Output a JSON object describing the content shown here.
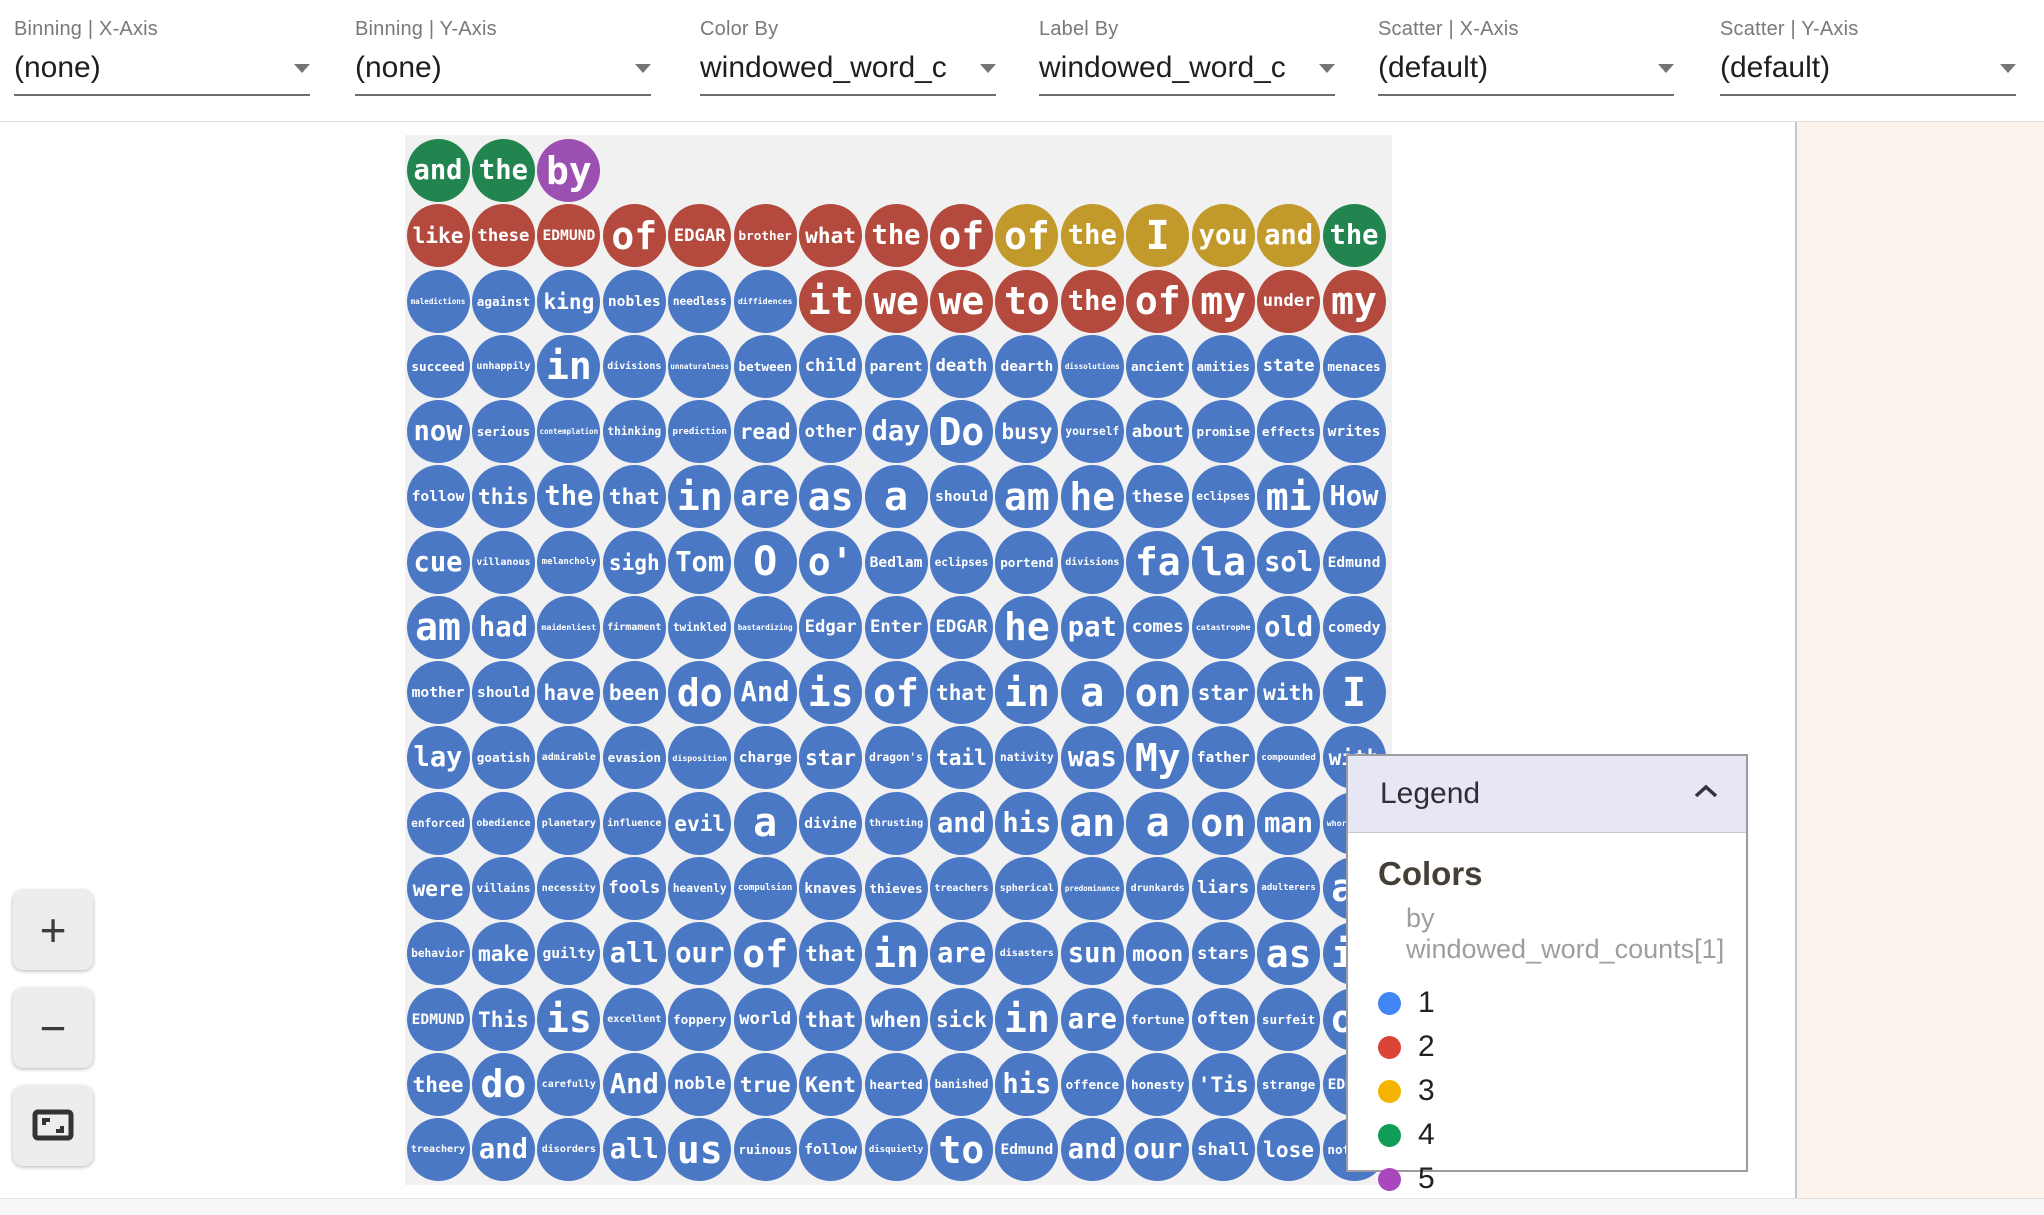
{
  "toolbar": {
    "dropdowns": [
      {
        "label": "Binning | X-Axis",
        "value": "(none)"
      },
      {
        "label": "Binning | Y-Axis",
        "value": "(none)"
      },
      {
        "label": "Color By",
        "value": "windowed_word_c"
      },
      {
        "label": "Label By",
        "value": "windowed_word_c"
      },
      {
        "label": "Scatter | X-Axis",
        "value": "(default)"
      },
      {
        "label": "Scatter | Y-Axis",
        "value": "(default)"
      }
    ]
  },
  "zoom_controls": {
    "zoom_in_label": "+",
    "zoom_out_label": "−",
    "fit_icon": "fit-to-screen-icon"
  },
  "legend": {
    "title": "Legend",
    "collapse_icon": "chevron-up-icon",
    "section": "Colors",
    "by": "by windowed_word_counts[1]",
    "entries": [
      {
        "value": "1",
        "color": "#4285F4"
      },
      {
        "value": "2",
        "color": "#DB4437"
      },
      {
        "value": "3",
        "color": "#F4B400"
      },
      {
        "value": "4",
        "color": "#0F9D58"
      },
      {
        "value": "5",
        "color": "#AB47BC"
      }
    ]
  },
  "bubble_colors": {
    "1": "#4a78c5",
    "2": "#b4493d",
    "3": "#c2992b",
    "4": "#22854f",
    "5": "#9c50b2"
  },
  "grid": {
    "rows": [
      [
        [
          "and",
          "4"
        ],
        [
          "the",
          "4"
        ],
        [
          "by",
          "5"
        ]
      ],
      [
        [
          "like",
          "2"
        ],
        [
          "these",
          "2"
        ],
        [
          "EDMUND",
          "2"
        ],
        [
          "of",
          "2"
        ],
        [
          "EDGAR",
          "2"
        ],
        [
          "brother",
          "2"
        ],
        [
          "what",
          "2"
        ],
        [
          "the",
          "2"
        ],
        [
          "of",
          "2"
        ],
        [
          "of",
          "3"
        ],
        [
          "the",
          "3"
        ],
        [
          "I",
          "3"
        ],
        [
          "you",
          "3"
        ],
        [
          "and",
          "3"
        ],
        [
          "the",
          "4"
        ]
      ],
      [
        [
          "maledictions",
          "1"
        ],
        [
          "against",
          "1"
        ],
        [
          "king",
          "1"
        ],
        [
          "nobles",
          "1"
        ],
        [
          "needless",
          "1"
        ],
        [
          "diffidences",
          "1"
        ],
        [
          "it",
          "2"
        ],
        [
          "we",
          "2"
        ],
        [
          "we",
          "2"
        ],
        [
          "to",
          "2"
        ],
        [
          "the",
          "2"
        ],
        [
          "of",
          "2"
        ],
        [
          "my",
          "2"
        ],
        [
          "under",
          "2"
        ],
        [
          "my",
          "2"
        ]
      ],
      [
        [
          "succeed",
          "1"
        ],
        [
          "unhappily",
          "1"
        ],
        [
          "in",
          "1"
        ],
        [
          "divisions",
          "1"
        ],
        [
          "unnaturalness",
          "1"
        ],
        [
          "between",
          "1"
        ],
        [
          "child",
          "1"
        ],
        [
          "parent",
          "1"
        ],
        [
          "death",
          "1"
        ],
        [
          "dearth",
          "1"
        ],
        [
          "dissolutions",
          "1"
        ],
        [
          "ancient",
          "1"
        ],
        [
          "amities",
          "1"
        ],
        [
          "state",
          "1"
        ],
        [
          "menaces",
          "1"
        ]
      ],
      [
        [
          "now",
          "1"
        ],
        [
          "serious",
          "1"
        ],
        [
          "contemplation",
          "1"
        ],
        [
          "thinking",
          "1"
        ],
        [
          "prediction",
          "1"
        ],
        [
          "read",
          "1"
        ],
        [
          "other",
          "1"
        ],
        [
          "day",
          "1"
        ],
        [
          "Do",
          "1"
        ],
        [
          "busy",
          "1"
        ],
        [
          "yourself",
          "1"
        ],
        [
          "about",
          "1"
        ],
        [
          "promise",
          "1"
        ],
        [
          "effects",
          "1"
        ],
        [
          "writes",
          "1"
        ]
      ],
      [
        [
          "follow",
          "1"
        ],
        [
          "this",
          "1"
        ],
        [
          "the",
          "1"
        ],
        [
          "that",
          "1"
        ],
        [
          "in",
          "1"
        ],
        [
          "are",
          "1"
        ],
        [
          "as",
          "1"
        ],
        [
          "a",
          "1"
        ],
        [
          "should",
          "1"
        ],
        [
          "am",
          "1"
        ],
        [
          "he",
          "1"
        ],
        [
          "these",
          "1"
        ],
        [
          "eclipses",
          "1"
        ],
        [
          "mi",
          "1"
        ],
        [
          "How",
          "1"
        ]
      ],
      [
        [
          "cue",
          "1"
        ],
        [
          "villanous",
          "1"
        ],
        [
          "melancholy",
          "1"
        ],
        [
          "sigh",
          "1"
        ],
        [
          "Tom",
          "1"
        ],
        [
          "O",
          "1"
        ],
        [
          "o'",
          "1"
        ],
        [
          "Bedlam",
          "1"
        ],
        [
          "eclipses",
          "1"
        ],
        [
          "portend",
          "1"
        ],
        [
          "divisions",
          "1"
        ],
        [
          "fa",
          "1"
        ],
        [
          "la",
          "1"
        ],
        [
          "sol",
          "1"
        ],
        [
          "Edmund",
          "1"
        ]
      ],
      [
        [
          "am",
          "1"
        ],
        [
          "had",
          "1"
        ],
        [
          "maidenliest",
          "1"
        ],
        [
          "firmament",
          "1"
        ],
        [
          "twinkled",
          "1"
        ],
        [
          "bastardizing",
          "1"
        ],
        [
          "Edgar",
          "1"
        ],
        [
          "Enter",
          "1"
        ],
        [
          "EDGAR",
          "1"
        ],
        [
          "he",
          "1"
        ],
        [
          "pat",
          "1"
        ],
        [
          "comes",
          "1"
        ],
        [
          "catastrophe",
          "1"
        ],
        [
          "old",
          "1"
        ],
        [
          "comedy",
          "1"
        ]
      ],
      [
        [
          "mother",
          "1"
        ],
        [
          "should",
          "1"
        ],
        [
          "have",
          "1"
        ],
        [
          "been",
          "1"
        ],
        [
          "do",
          "1"
        ],
        [
          "And",
          "1"
        ],
        [
          "is",
          "1"
        ],
        [
          "of",
          "1"
        ],
        [
          "that",
          "1"
        ],
        [
          "in",
          "1"
        ],
        [
          "a",
          "1"
        ],
        [
          "on",
          "1"
        ],
        [
          "star",
          "1"
        ],
        [
          "with",
          "1"
        ],
        [
          "I",
          "1"
        ]
      ],
      [
        [
          "lay",
          "1"
        ],
        [
          "goatish",
          "1"
        ],
        [
          "admirable",
          "1"
        ],
        [
          "evasion",
          "1"
        ],
        [
          "disposition",
          "1"
        ],
        [
          "charge",
          "1"
        ],
        [
          "star",
          "1"
        ],
        [
          "dragon's",
          "1"
        ],
        [
          "tail",
          "1"
        ],
        [
          "nativity",
          "1"
        ],
        [
          "was",
          "1"
        ],
        [
          "My",
          "1"
        ],
        [
          "father",
          "1"
        ],
        [
          "compounded",
          "1"
        ],
        [
          "with",
          "1"
        ]
      ],
      [
        [
          "enforced",
          "1"
        ],
        [
          "obedience",
          "1"
        ],
        [
          "planetary",
          "1"
        ],
        [
          "influence",
          "1"
        ],
        [
          "evil",
          "1"
        ],
        [
          "a",
          "1"
        ],
        [
          "divine",
          "1"
        ],
        [
          "thrusting",
          "1"
        ],
        [
          "and",
          "1"
        ],
        [
          "his",
          "1"
        ],
        [
          "an",
          "1"
        ],
        [
          "a",
          "1"
        ],
        [
          "on",
          "1"
        ],
        [
          "man",
          "1"
        ],
        [
          "whoremaster",
          "1"
        ]
      ],
      [
        [
          "were",
          "1"
        ],
        [
          "villains",
          "1"
        ],
        [
          "necessity",
          "1"
        ],
        [
          "fools",
          "1"
        ],
        [
          "heavenly",
          "1"
        ],
        [
          "compulsion",
          "1"
        ],
        [
          "knaves",
          "1"
        ],
        [
          "thieves",
          "1"
        ],
        [
          "treachers",
          "1"
        ],
        [
          "spherical",
          "1"
        ],
        [
          "predominance",
          "1"
        ],
        [
          "drunkards",
          "1"
        ],
        [
          "liars",
          "1"
        ],
        [
          "adulterers",
          "1"
        ],
        [
          "an",
          "1"
        ]
      ],
      [
        [
          "behavior",
          "1"
        ],
        [
          "make",
          "1"
        ],
        [
          "guilty",
          "1"
        ],
        [
          "all",
          "1"
        ],
        [
          "our",
          "1"
        ],
        [
          "of",
          "1"
        ],
        [
          "that",
          "1"
        ],
        [
          "in",
          "1"
        ],
        [
          "are",
          "1"
        ],
        [
          "disasters",
          "1"
        ],
        [
          "sun",
          "1"
        ],
        [
          "moon",
          "1"
        ],
        [
          "stars",
          "1"
        ],
        [
          "as",
          "1"
        ],
        [
          "if",
          "1"
        ]
      ],
      [
        [
          "EDMUND",
          "1"
        ],
        [
          "This",
          "1"
        ],
        [
          "is",
          "1"
        ],
        [
          "excellent",
          "1"
        ],
        [
          "foppery",
          "1"
        ],
        [
          "world",
          "1"
        ],
        [
          "that",
          "1"
        ],
        [
          "when",
          "1"
        ],
        [
          "sick",
          "1"
        ],
        [
          "in",
          "1"
        ],
        [
          "are",
          "1"
        ],
        [
          "fortune",
          "1"
        ],
        [
          "often",
          "1"
        ],
        [
          "surfeit",
          "1"
        ],
        [
          "of",
          "1"
        ]
      ],
      [
        [
          "thee",
          "1"
        ],
        [
          "do",
          "1"
        ],
        [
          "carefully",
          "1"
        ],
        [
          "And",
          "1"
        ],
        [
          "noble",
          "1"
        ],
        [
          "true",
          "1"
        ],
        [
          "Kent",
          "1"
        ],
        [
          "hearted",
          "1"
        ],
        [
          "banished",
          "1"
        ],
        [
          "his",
          "1"
        ],
        [
          "offence",
          "1"
        ],
        [
          "honesty",
          "1"
        ],
        [
          "'Tis",
          "1"
        ],
        [
          "strange",
          "1"
        ],
        [
          "EDMUND",
          "1"
        ]
      ],
      [
        [
          "treachery",
          "1"
        ],
        [
          "and",
          "1"
        ],
        [
          "disorders",
          "1"
        ],
        [
          "all",
          "1"
        ],
        [
          "us",
          "1"
        ],
        [
          "ruinous",
          "1"
        ],
        [
          "follow",
          "1"
        ],
        [
          "disquietly",
          "1"
        ],
        [
          "to",
          "1"
        ],
        [
          "Edmund",
          "1"
        ],
        [
          "and",
          "1"
        ],
        [
          "our",
          "1"
        ],
        [
          "shall",
          "1"
        ],
        [
          "lose",
          "1"
        ],
        [
          "nothing",
          "1"
        ]
      ]
    ]
  }
}
